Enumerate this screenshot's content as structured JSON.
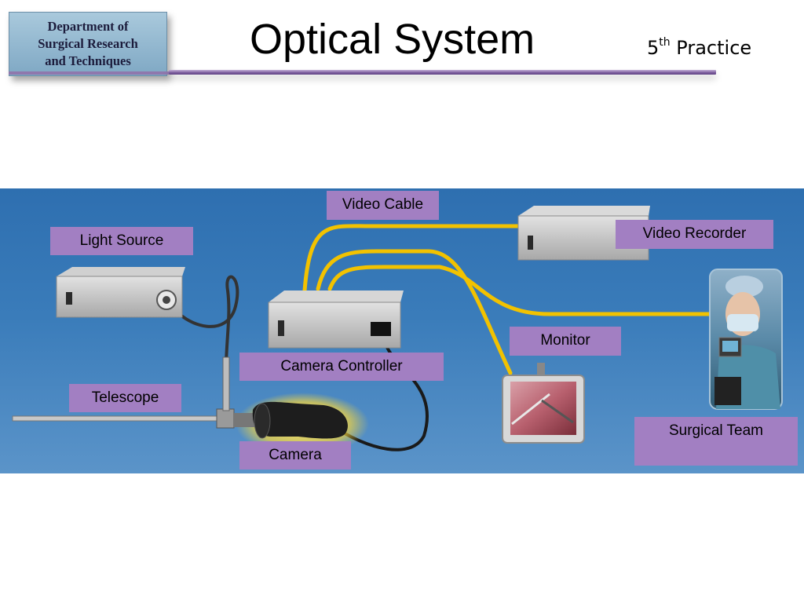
{
  "header": {
    "department_line1": "Department of",
    "department_line2": "Surgical Research",
    "department_line3": "and Techniques",
    "title": "Optical System",
    "practice_num": "5",
    "practice_sup": "th",
    "practice_word": "Practice"
  },
  "labels": {
    "video_cable": "Video Cable",
    "light_source": "Light Source",
    "video_recorder": "Video Recorder",
    "monitor": "Monitor",
    "camera_controller": "Camera Controller",
    "telescope": "Telescope",
    "camera": "Camera",
    "surgical_team": "Surgical Team"
  },
  "colors": {
    "panel_blue": "#3a7cba",
    "label_purple": "#a27fc2",
    "cable_yellow": "#f2c200",
    "title_rule_purple": "#7a5b9c"
  }
}
